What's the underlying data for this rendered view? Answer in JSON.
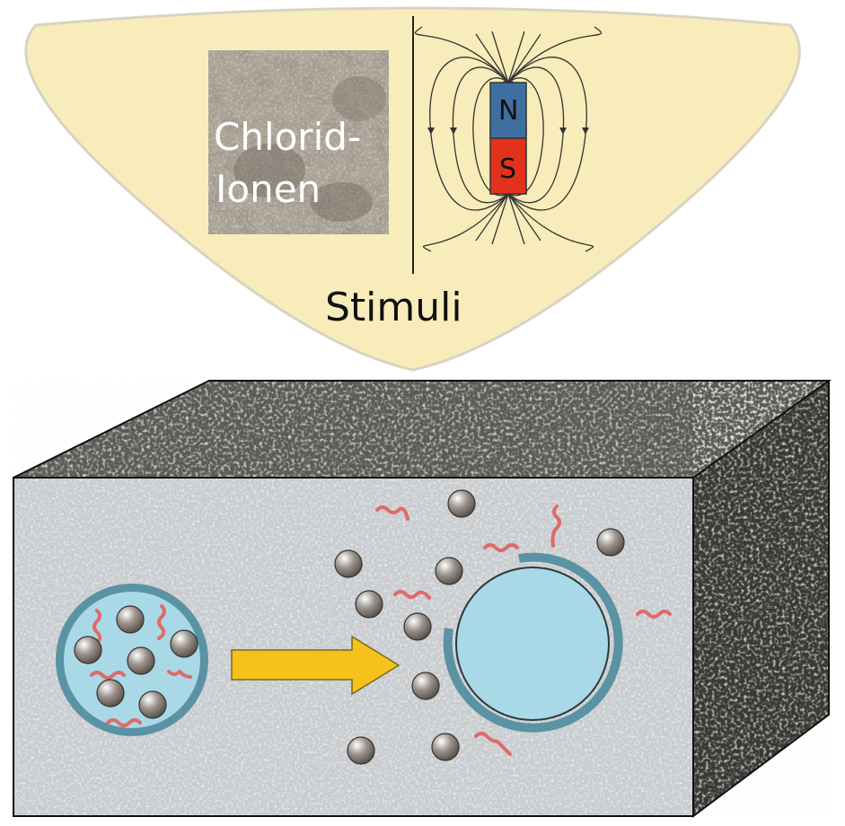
{
  "stimuli": {
    "title": "Stimuli",
    "chlorid_line1": "Chlorid-",
    "chlorid_line2": "Ionen",
    "magnet_north": "N",
    "magnet_south": "S"
  },
  "icons": [
    "chloride-sample-image",
    "bar-magnet-icon",
    "microcapsule-icon",
    "release-arrow-icon",
    "ruptured-capsule-icon"
  ],
  "colors": {
    "stimuli_panel": "#f8edba",
    "capsule_fill": "#a9d9e6",
    "capsule_shell": "#5a93a3",
    "arrow": "#f5c219",
    "inhibitor": "#e06a6a",
    "particle": "#7a736b",
    "magnet_north": "#3f6fa1",
    "magnet_south": "#e2321b"
  }
}
